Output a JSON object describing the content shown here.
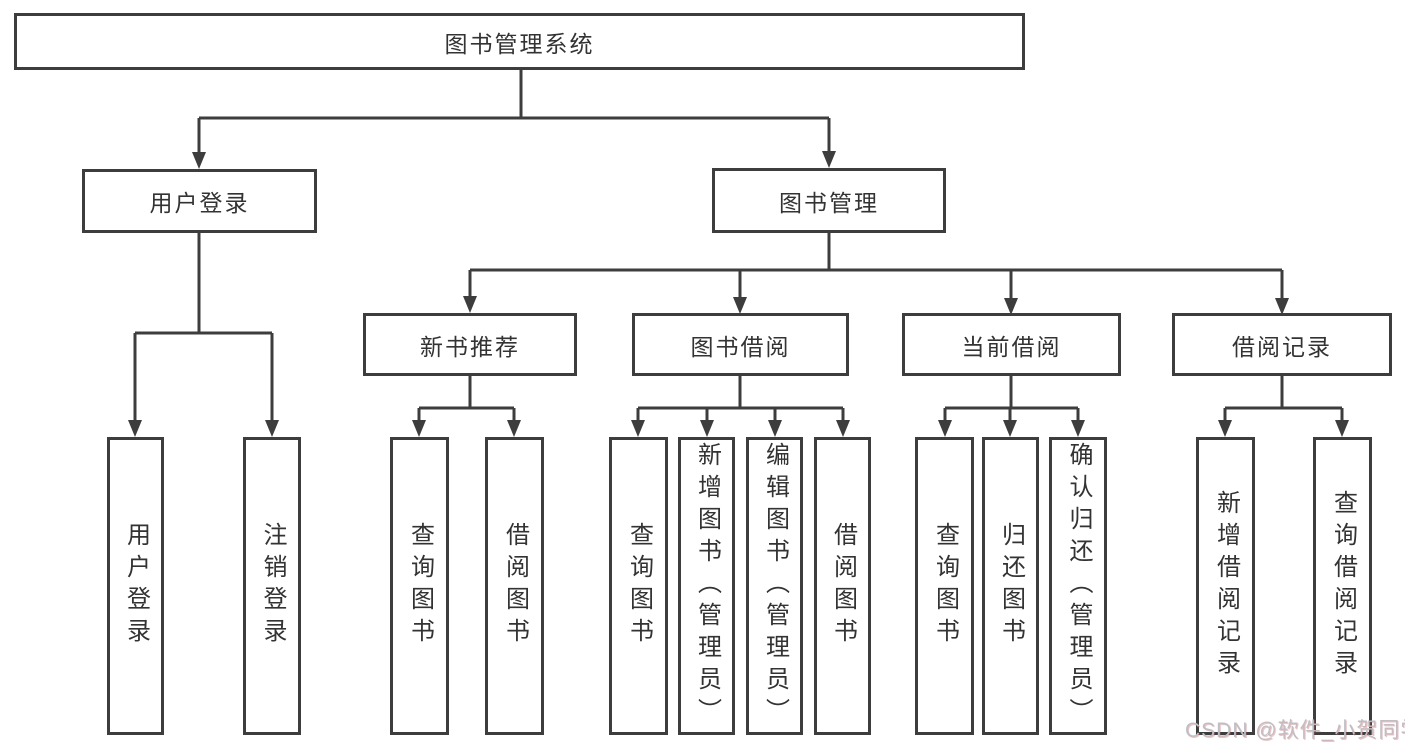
{
  "tree": {
    "root": {
      "label": "图书管理系统"
    },
    "user_login": {
      "label": "用户登录",
      "children": {
        "login": {
          "label": "用户登录"
        },
        "logout": {
          "label": "注销登录"
        }
      }
    },
    "book_mgmt": {
      "label": "图书管理",
      "children": {
        "new_recommend": {
          "label": "新书推荐",
          "children": {
            "query": {
              "label": "查询图书"
            },
            "borrow": {
              "label": "借阅图书"
            }
          }
        },
        "book_borrow": {
          "label": "图书借阅",
          "children": {
            "query": {
              "label": "查询图书"
            },
            "add": {
              "label": "新增图书（管理员）"
            },
            "edit": {
              "label": "编辑图书（管理员）"
            },
            "borrow": {
              "label": "借阅图书"
            }
          }
        },
        "current_borrow": {
          "label": "当前借阅",
          "children": {
            "query": {
              "label": "查询图书"
            },
            "return": {
              "label": "归还图书"
            },
            "confirm": {
              "label": "确认归还（管理员）"
            }
          }
        },
        "borrow_record": {
          "label": "借阅记录",
          "children": {
            "add": {
              "label": "新增借阅记录"
            },
            "query": {
              "label": "查询借阅记录"
            }
          }
        }
      }
    }
  },
  "watermark": {
    "text": "CSDN @软件_小贺同学"
  },
  "colors": {
    "line": "#3d3d3d",
    "text": "#333333",
    "background": "#ffffff",
    "watermark": "#bcc0c6"
  }
}
